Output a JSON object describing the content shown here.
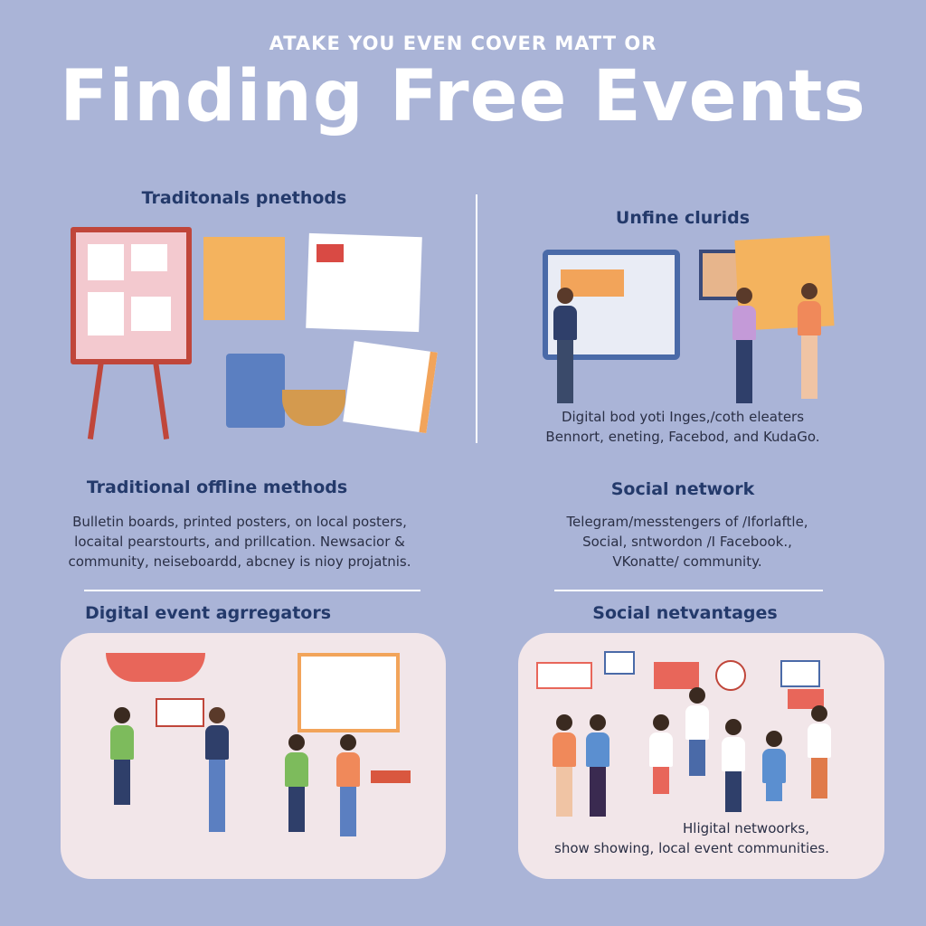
{
  "header": {
    "subtitle": "ATAKE YOU EVEN COVER MATT OR",
    "title": "Finding Free Events"
  },
  "top_left": {
    "heading": "Traditonals pnethods"
  },
  "top_right": {
    "heading": "Unfine clurids",
    "caption_lines": [
      "Digital bod yoti Inges,/coth eleaters",
      "Bennort, eneting, Facebod, and KudaGo."
    ]
  },
  "mid_left": {
    "heading": "Traditional offline methods",
    "body_lines": [
      "Bulletin boards, printed posters, on local posters,",
      "locaital pearstourts, and prillcation. Newsacior &",
      "community, neiseboardd, abcney is nioy projatnis."
    ]
  },
  "mid_right": {
    "heading": "Social network",
    "body_lines": [
      "Telegram/messtengers of /Iforlaftle,",
      "Social, sntwordon /I Facebook.,",
      "VKonatte/ community."
    ]
  },
  "bottom_left": {
    "heading": "Digital event agrregators"
  },
  "bottom_right": {
    "heading": "Social netvantages",
    "caption_lines": [
      "Hligital netwoorks,",
      "show showing, local event communities."
    ]
  },
  "colors": {
    "background": "#aab4d7",
    "heading": "#243a6b",
    "panel": "#f2e6e9",
    "accent_red": "#e8665a",
    "accent_orange": "#f2a45a"
  }
}
